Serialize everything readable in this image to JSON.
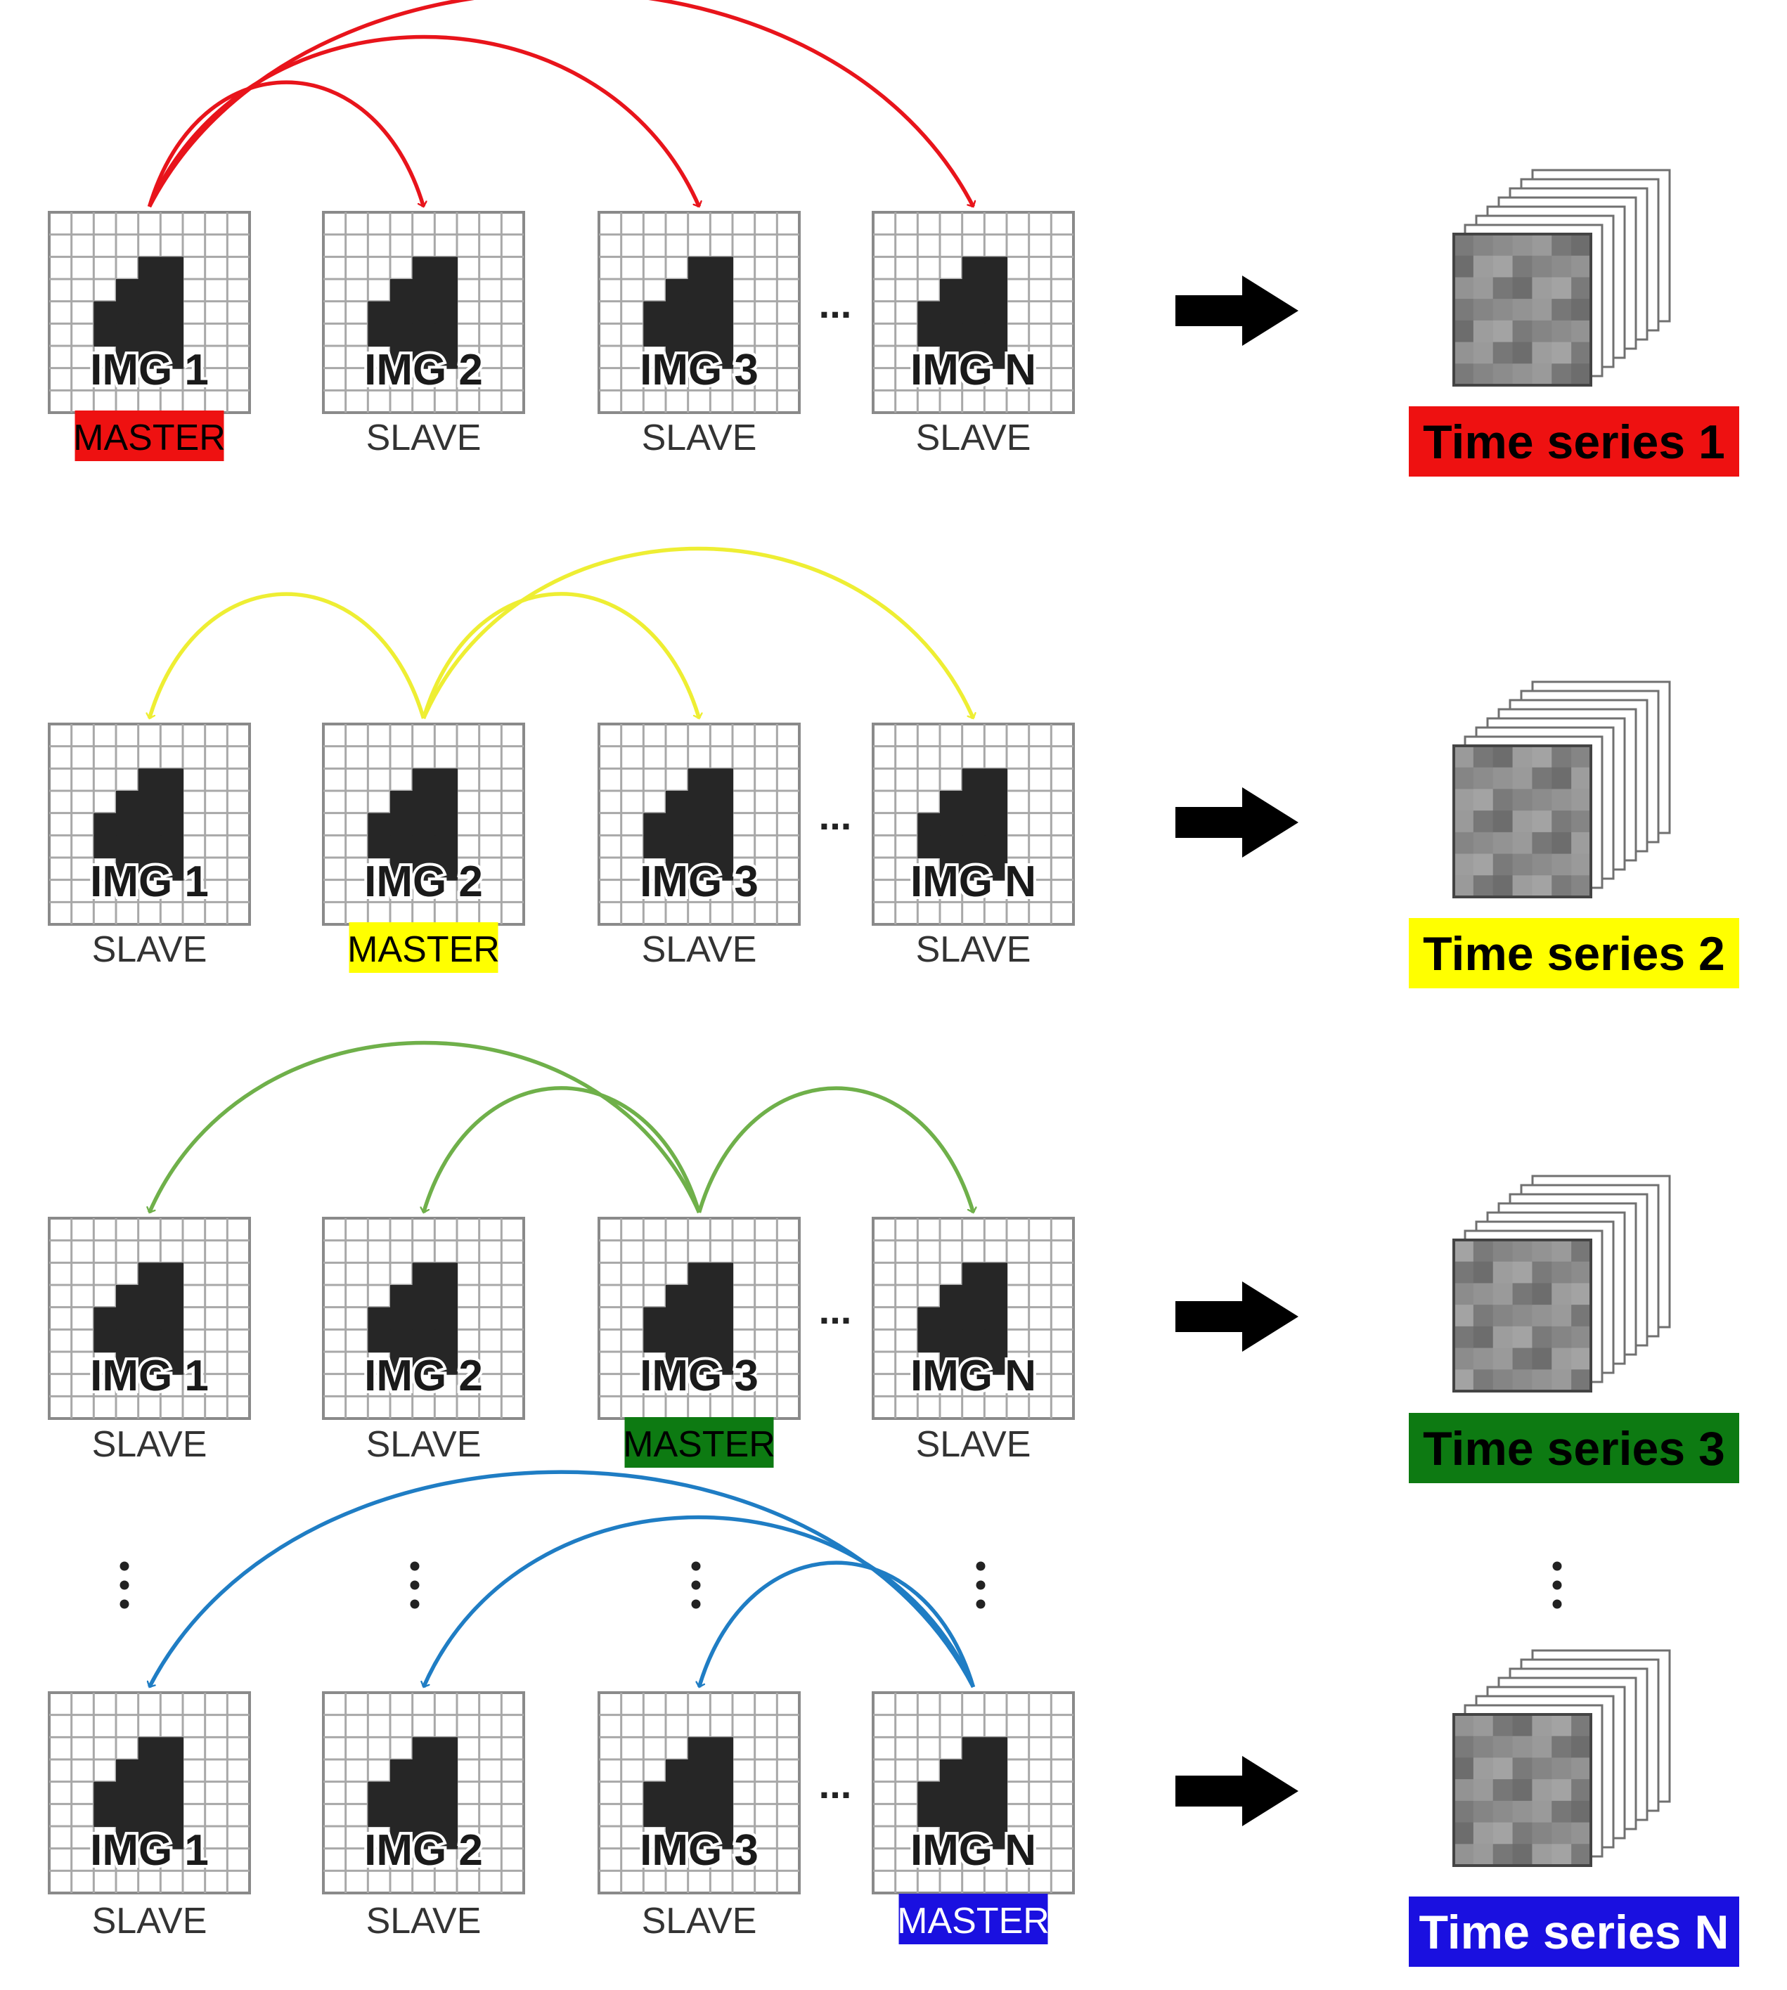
{
  "rows": [
    {
      "color": "#e8141b",
      "master_index": 0,
      "images": [
        {
          "label": "IMG 1",
          "role": "MASTER"
        },
        {
          "label": "IMG 2",
          "role": "SLAVE"
        },
        {
          "label": "IMG 3",
          "role": "SLAVE"
        },
        {
          "label": "IMG N",
          "role": "SLAVE"
        }
      ],
      "ellipsis": "...",
      "series": {
        "label": "Time series 1",
        "bg": "#ee1111",
        "fg": "#000000"
      }
    },
    {
      "color": "#eeee33",
      "master_index": 1,
      "images": [
        {
          "label": "IMG 1",
          "role": "SLAVE"
        },
        {
          "label": "IMG 2",
          "role": "MASTER"
        },
        {
          "label": "IMG 3",
          "role": "SLAVE"
        },
        {
          "label": "IMG N",
          "role": "SLAVE"
        }
      ],
      "ellipsis": "...",
      "series": {
        "label": "Time series 2",
        "bg": "#ffff00",
        "fg": "#000000"
      }
    },
    {
      "color": "#6fb04a",
      "master_index": 2,
      "images": [
        {
          "label": "IMG 1",
          "role": "SLAVE"
        },
        {
          "label": "IMG 2",
          "role": "SLAVE"
        },
        {
          "label": "IMG 3",
          "role": "MASTER"
        },
        {
          "label": "IMG N",
          "role": "SLAVE"
        }
      ],
      "ellipsis": "...",
      "series": {
        "label": "Time series 3",
        "bg": "#0d7a12",
        "fg": "#000000"
      }
    },
    {
      "color": "#1f7dc4",
      "master_index": 3,
      "images": [
        {
          "label": "IMG 1",
          "role": "SLAVE"
        },
        {
          "label": "IMG 2",
          "role": "SLAVE"
        },
        {
          "label": "IMG 3",
          "role": "SLAVE"
        },
        {
          "label": "IMG N",
          "role": "MASTER"
        }
      ],
      "ellipsis": "...",
      "series": {
        "label": "Time series N",
        "bg": "#1a10e0",
        "fg": "#ffffff"
      }
    }
  ],
  "role_colors": {
    "MASTER": [
      "#ee1111",
      "#ffff00",
      "#0d7a12",
      "#1a10e0"
    ],
    "MASTER_text": [
      "#000000",
      "#000000",
      "#000000",
      "#ffffff"
    ]
  },
  "vertical_ellipsis": ":"
}
